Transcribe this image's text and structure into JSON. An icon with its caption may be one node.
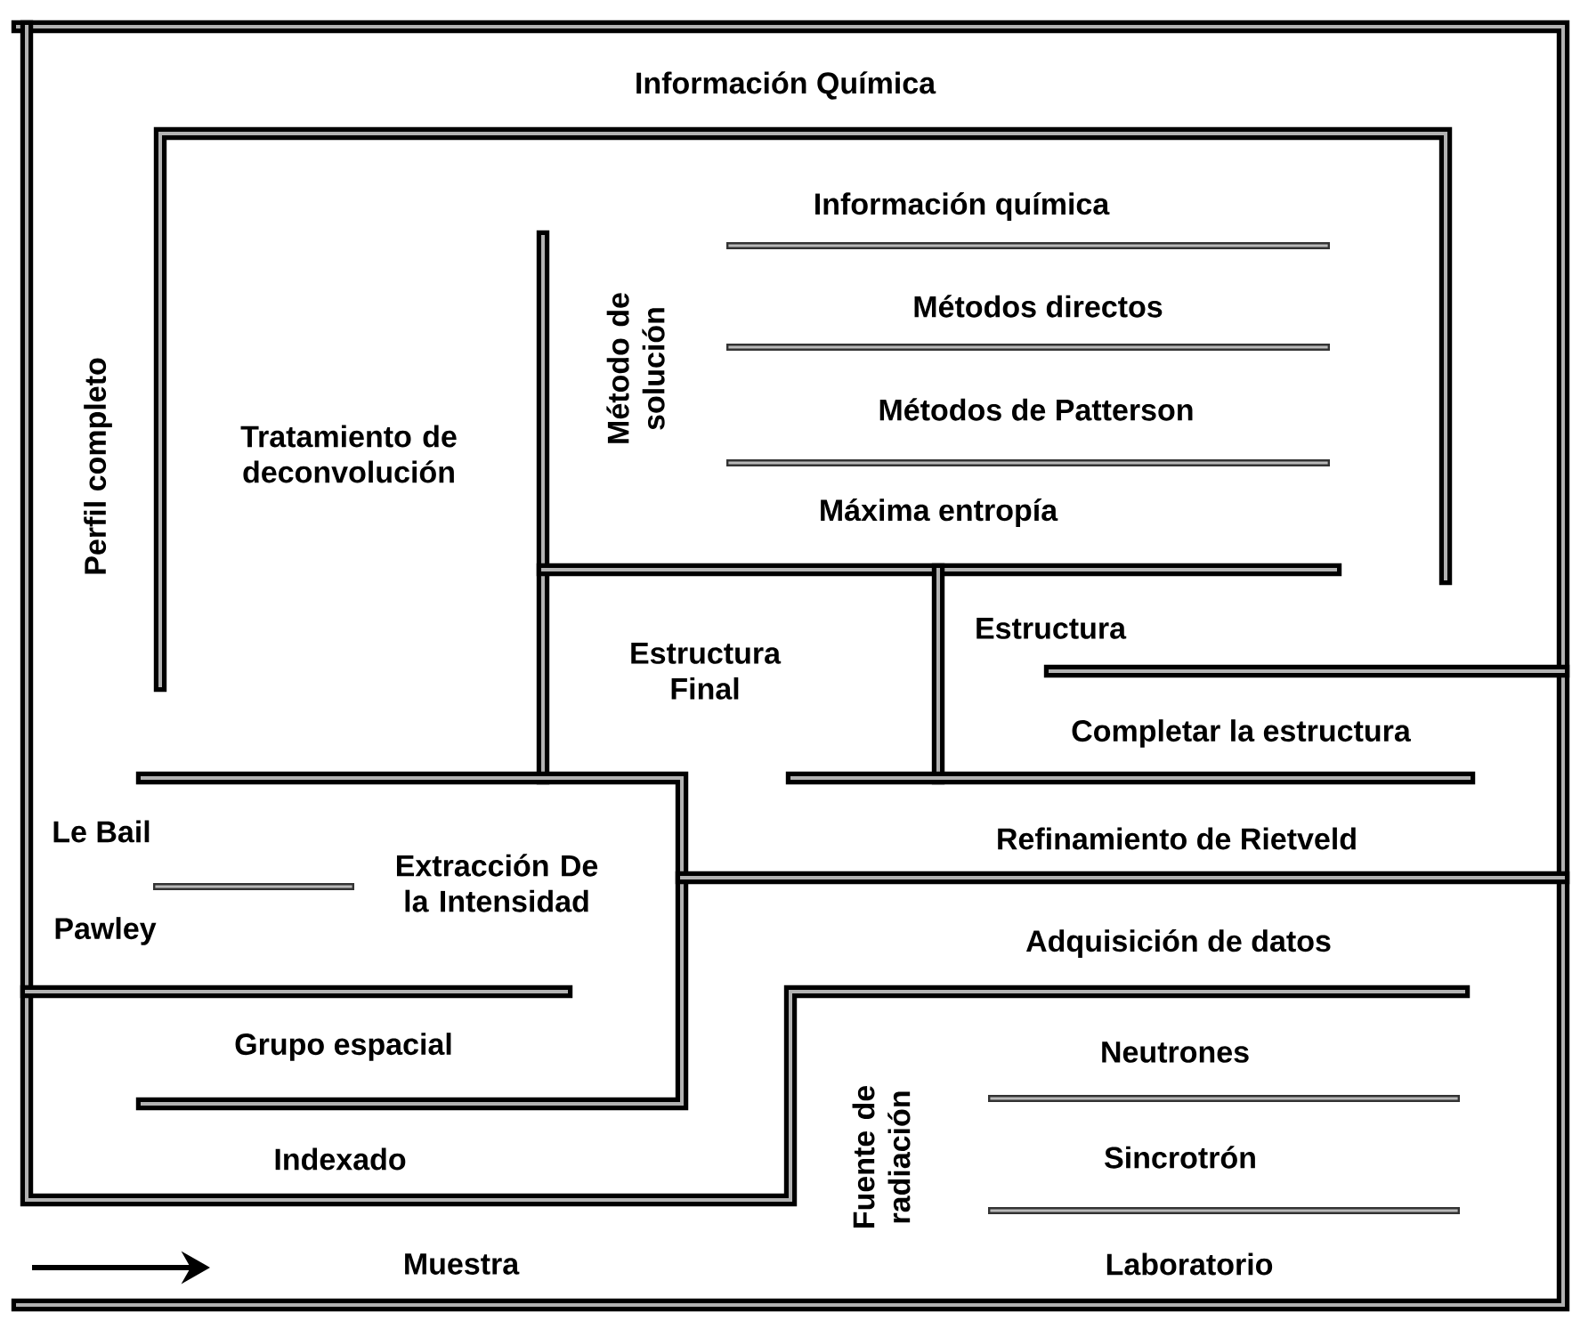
{
  "diagram": {
    "labels": [
      "Información Química",
      "Información química",
      "Perfil completo",
      "Método de solución",
      "Métodos directos",
      "Tratamiento de deconvolución",
      "Métodos de Patterson",
      "Máxima entropía",
      "Estructura",
      "Estructura Final",
      "Completar la estructura",
      "Le Bail",
      "Extracción De la Intensidad",
      "Refinamiento de Rietveld",
      "Pawley",
      "Adquisición de datos",
      "Grupo espacial",
      "Neutrones",
      "Fuente de radiación",
      "Indexado",
      "Sincrotrón",
      "Muestra",
      "Laboratorio"
    ]
  }
}
